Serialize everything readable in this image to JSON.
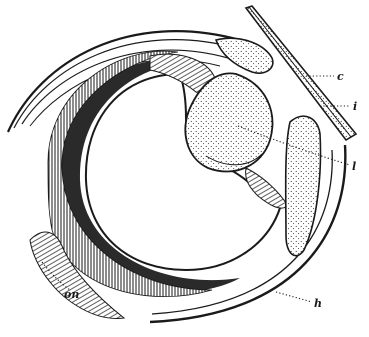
{
  "figure": {
    "labels": {
      "c": "c",
      "i": "i",
      "l": "l",
      "h": "h",
      "on": "on"
    },
    "colors": {
      "ink": "#1a1a1a",
      "paper": "#ffffff",
      "dark_band": "#2a2a2a"
    }
  }
}
